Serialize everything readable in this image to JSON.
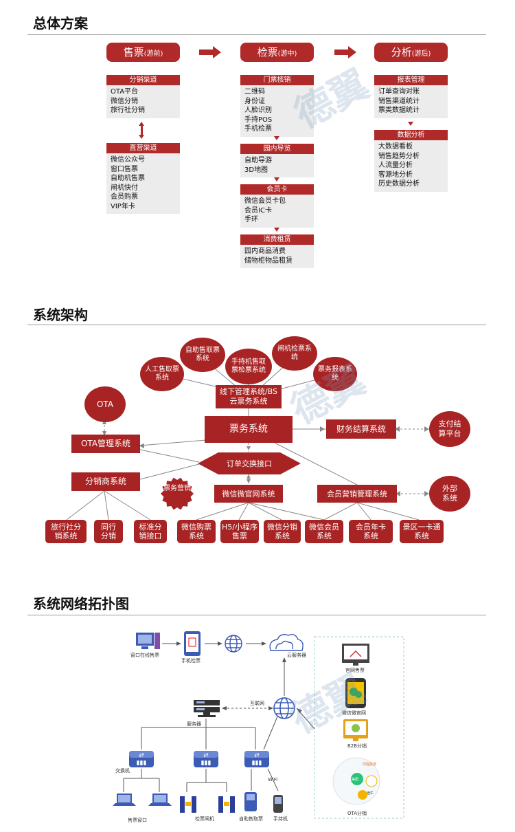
{
  "sections": {
    "overall": "总体方案",
    "architecture": "系统架构",
    "topology": "系统网络拓扑图"
  },
  "phases": [
    {
      "name": "售票",
      "sub": "(游前)"
    },
    {
      "name": "检票",
      "sub": "(游中)"
    },
    {
      "name": "分析",
      "sub": "(游后)"
    }
  ],
  "cards": {
    "dist": {
      "title": "分销渠道",
      "items": [
        "OTA平台",
        "微信分销",
        "旅行社分销"
      ]
    },
    "direct": {
      "title": "直营渠道",
      "items": [
        "微信公众号",
        "窗口售票",
        "自助机售票",
        "闸机快付",
        "会员购票",
        "VIP年卡"
      ]
    },
    "gate": {
      "title": "门票核销",
      "items": [
        "二维码",
        "身份证",
        "人脸识别",
        "手持POS",
        "手机检票"
      ]
    },
    "guide": {
      "title": "园内导览",
      "items": [
        "自助导游",
        "3D地图"
      ]
    },
    "member": {
      "title": "会员卡",
      "items": [
        "微信会员卡包",
        "会员IC卡",
        "手环"
      ]
    },
    "rent": {
      "title": "消费租赁",
      "items": [
        "园内商品消费",
        "储物柜物品租赁"
      ]
    },
    "report": {
      "title": "报表管理",
      "items": [
        "订单查询对账",
        "销售渠道统计",
        "票类数据统计"
      ]
    },
    "analysis": {
      "title": "数据分析",
      "items": [
        "大数据看板",
        "销售趋势分析",
        "人流量分析",
        "客源地分析",
        "历史数据分析"
      ]
    }
  },
  "arch": {
    "c_manual": "人工售取票系统",
    "c_selfsell": "自助售取票系统",
    "c_handheld": "手持机售取票检票系统",
    "c_gate": "闸机检票系统",
    "c_report": "票务报表系统",
    "ota": "OTA",
    "offline": "线下管理系统/BS云票务系统",
    "ticket": "票务系统",
    "finance": "财务结算系统",
    "pay": "支付结算平台",
    "ota_mgr": "OTA管理系统",
    "order": "订单交换接口",
    "dist_sys": "分销商系统",
    "marketing": "票务营销",
    "wechat": "微信微官网系统",
    "member_mkt": "会员营销管理系统",
    "external": "外部系统",
    "bottom": [
      "旅行社分销系统",
      "同行分销",
      "标准分销接口",
      "微信购票系统",
      "H5/小程序售票",
      "微信分销系统",
      "微信会员系统",
      "会员年卡系统",
      "景区一卡通系统"
    ]
  },
  "topo": {
    "window_online": "窗口在线售票",
    "phone_check": "手机检票",
    "cloud": "云服务器",
    "internet": "互联网",
    "server": "服务器",
    "switch": "交换机",
    "wifi": "WiFi",
    "sell_window": "售票窗口",
    "gate": "检票闸机",
    "self_machine": "自助售取票",
    "handheld": "手持机",
    "official_site": "官网售票",
    "wechat_site": "微信微官网",
    "b2b": "B2B分销",
    "ota_dist": "OTA分销",
    "meituan": "美团",
    "tongcheng": "同程旅游",
    "tuniu": "途牛"
  },
  "watermark": "德翼",
  "colors": {
    "brand_red": "#a82323",
    "card_gray": "#ececec",
    "topo_blue": "#3b5bb5"
  }
}
